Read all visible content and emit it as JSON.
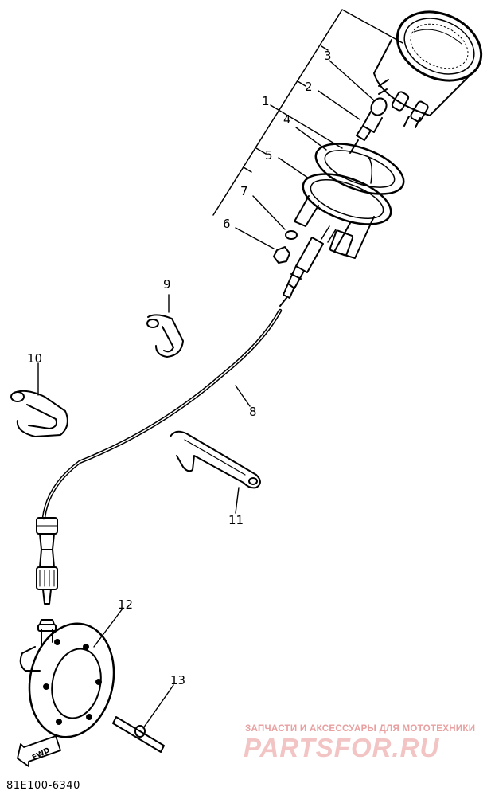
{
  "callouts": [
    {
      "id": "1",
      "label": "1"
    },
    {
      "id": "2",
      "label": "2"
    },
    {
      "id": "3",
      "label": "3"
    },
    {
      "id": "4",
      "label": "4"
    },
    {
      "id": "5",
      "label": "5"
    },
    {
      "id": "6",
      "label": "6"
    },
    {
      "id": "7",
      "label": "7"
    },
    {
      "id": "8",
      "label": "8"
    },
    {
      "id": "9",
      "label": "9"
    },
    {
      "id": "10",
      "label": "10"
    },
    {
      "id": "11",
      "label": "11"
    },
    {
      "id": "12",
      "label": "12"
    },
    {
      "id": "13",
      "label": "13"
    }
  ],
  "drawing_code": "81E100-6340",
  "fwd_label": "FWD",
  "watermark": {
    "tagline": "ЗАПЧАСТИ И АКСЕССУАРЫ ДЛЯ МОТОТЕХНИКИ",
    "brand": "PARTSFOR.RU"
  }
}
